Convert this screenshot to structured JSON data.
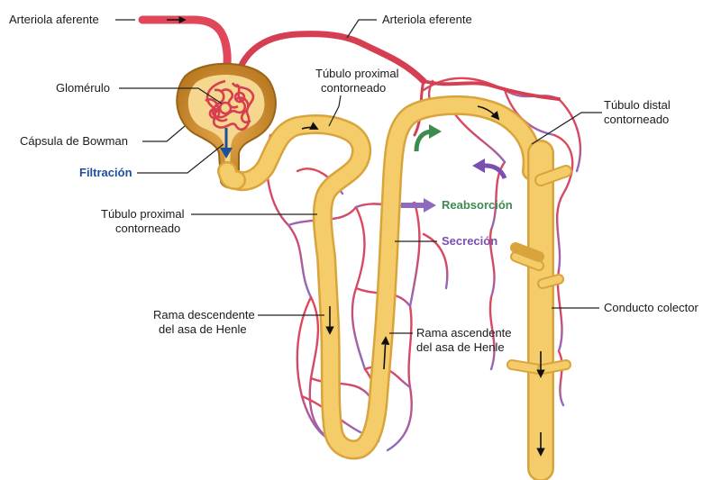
{
  "labels": {
    "arteriola_aferente": "Arteriola aferente",
    "arteriola_eferente": "Arteriola eferente",
    "glomerulo": "Glomérulo",
    "capsula_bowman": "Cápsula de Bowman",
    "filtracion": "Filtración",
    "tubulo_proximal_top_1": "Túbulo proximal",
    "tubulo_proximal_top_2": "contorneado",
    "tubulo_proximal_left_1": "Túbulo proximal",
    "tubulo_proximal_left_2": "contorneado",
    "tubulo_distal_1": "Túbulo distal",
    "tubulo_distal_2": "contorneado",
    "reabsorcion": "Reabsorción",
    "secrecion": "Secreción",
    "rama_descendente_1": "Rama descendente",
    "rama_descendente_2": "del asa de Henle",
    "rama_ascendente_1": "Rama ascendente",
    "rama_ascendente_2": "del asa de Henle",
    "conducto_colector": "Conducto colector"
  },
  "colors": {
    "artery": "#e0475a",
    "vein": "#8e6bc1",
    "tubule": "#f4cc6a",
    "tubule_edge": "#d9a43b",
    "capsule": "#c88a2a",
    "filtracion": "#1f4f9a",
    "reabsorcion": "#3e8a4f",
    "secrecion": "#7b4fb0"
  }
}
